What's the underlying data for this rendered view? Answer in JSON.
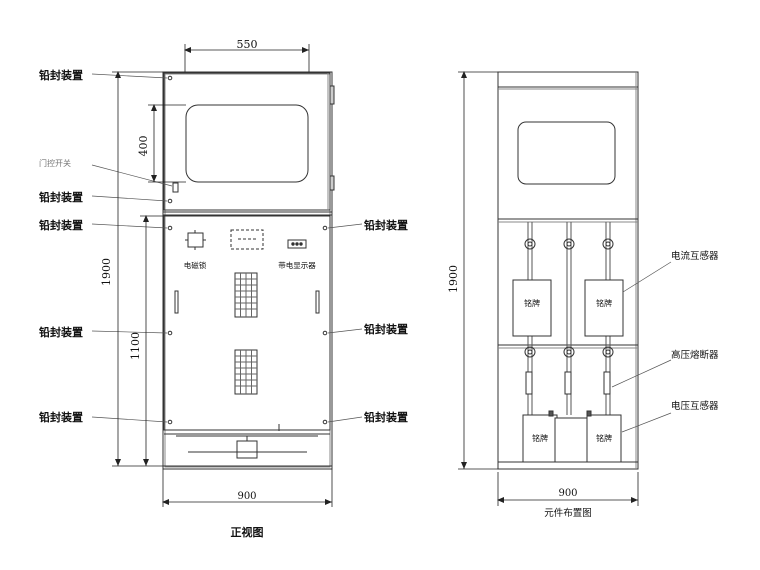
{
  "front_view": {
    "caption": "正视图",
    "dim_top": "550",
    "dim_window": "400",
    "dim_total_height": "1900",
    "dim_lower_height": "1100",
    "dim_width": "900",
    "seal_label": "铅封装置",
    "door_switch_label": "门控开关",
    "lock_label": "电磁锁",
    "indicator_label": "带电显示器"
  },
  "layout_view": {
    "caption": "元件布置图",
    "dim_height": "1900",
    "dim_width": "900",
    "ct_label": "电流互感器",
    "fuse_label": "高压熔断器",
    "vt_label": "电压互感器",
    "nameplate": "铭牌"
  }
}
